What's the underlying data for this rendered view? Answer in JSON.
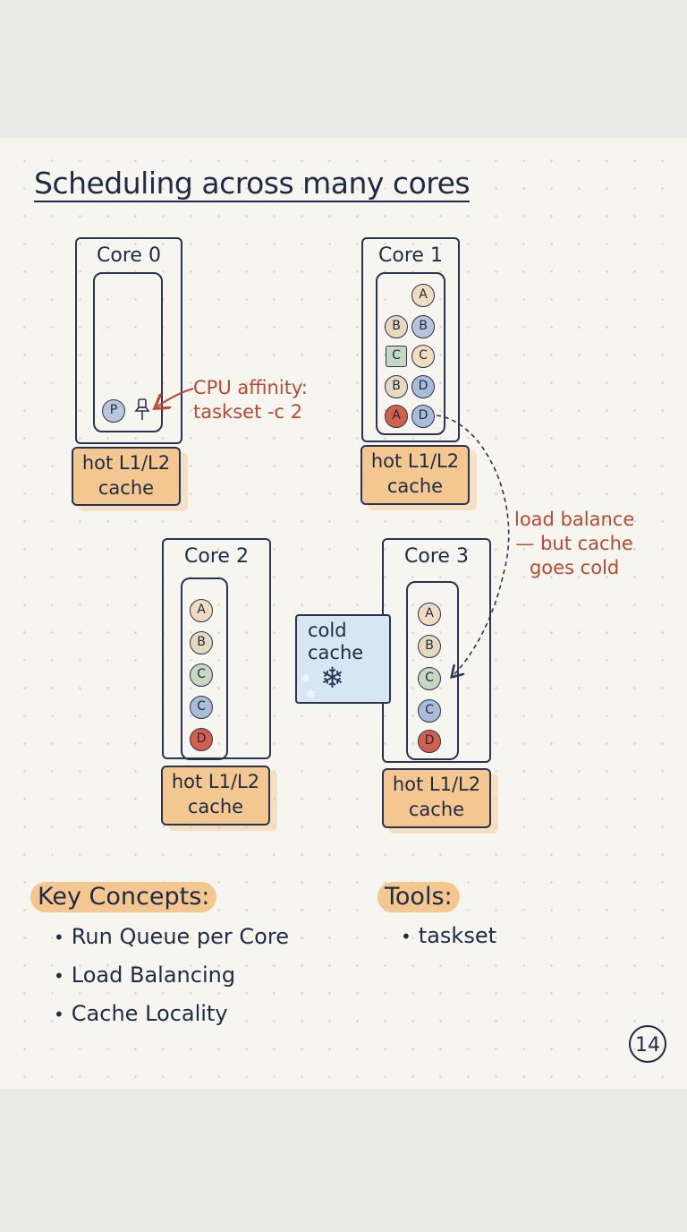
{
  "title": "Scheduling across many cores",
  "cores": [
    {
      "label": "Core 0",
      "tasks": [
        {
          "t": "P",
          "c": "c-P"
        }
      ],
      "cache": [
        "hot L1/L2",
        "cache"
      ]
    },
    {
      "label": "Core 1",
      "tasks": [
        {
          "t": "A",
          "c": "c-A"
        },
        {
          "t": "B",
          "c": "c-B"
        },
        {
          "t": "B",
          "c": "c-Bb"
        },
        {
          "t": "C",
          "c": "c-Cg"
        },
        {
          "t": "C",
          "c": "c-A"
        },
        {
          "t": "B",
          "c": "c-B"
        },
        {
          "t": "D",
          "c": "c-D"
        },
        {
          "t": "A",
          "c": "c-Ahot"
        },
        {
          "t": "D",
          "c": "c-D"
        }
      ],
      "cache": [
        "hot L1/L2",
        "cache"
      ]
    },
    {
      "label": "Core 2",
      "tasks": [
        {
          "t": "A",
          "c": "c-A"
        },
        {
          "t": "B",
          "c": "c-B"
        },
        {
          "t": "C",
          "c": "c-Cg"
        },
        {
          "t": "C",
          "c": "c-Cb"
        },
        {
          "t": "D",
          "c": "c-Dhot"
        }
      ],
      "cache": [
        "hot L1/L2",
        "cache"
      ]
    },
    {
      "label": "Core 3",
      "tasks": [
        {
          "t": "A",
          "c": "c-A"
        },
        {
          "t": "B",
          "c": "c-B"
        },
        {
          "t": "C",
          "c": "c-Cg"
        },
        {
          "t": "C",
          "c": "c-Cb"
        },
        {
          "t": "D",
          "c": "c-Dhot"
        }
      ],
      "cache": [
        "hot L1/L2",
        "cache"
      ]
    }
  ],
  "affinity_note": [
    "CPU affinity:",
    "taskset -c 2"
  ],
  "balance_note": [
    "load balance",
    "— but cache",
    "goes cold"
  ],
  "cold_cache": [
    "cold",
    "cache"
  ],
  "key_concepts": {
    "heading": "Key Concepts:",
    "items": [
      "Run Queue per Core",
      "Load Balancing",
      "Cache Locality"
    ]
  },
  "tools": {
    "heading": "Tools:",
    "items": [
      "taskset"
    ]
  },
  "page_number": "14",
  "colors": {
    "ink": "#1f2a44",
    "cache_orange": "#f3c78f",
    "cold_blue": "#d6e6f2",
    "annotation_red": "#b84a34",
    "hot_task_red": "#d4604b"
  }
}
